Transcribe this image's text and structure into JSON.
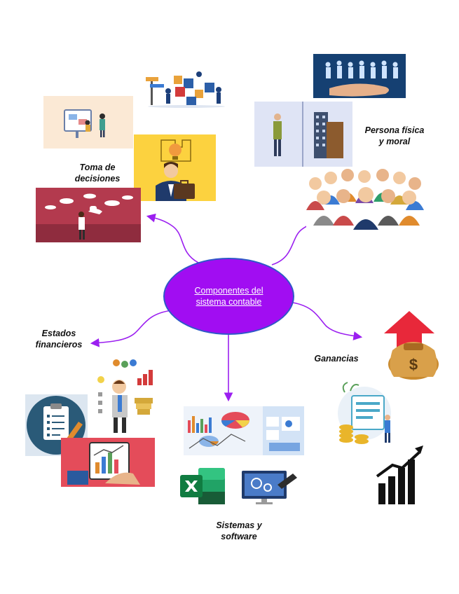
{
  "center": {
    "line1": "Componentes del",
    "line2": "sistema contable"
  },
  "branches": {
    "toma": {
      "line1": "Toma de",
      "line2": "decisiones"
    },
    "persona": {
      "line1": "Persona física",
      "line2": "y moral"
    },
    "estados": {
      "line1": "Estados",
      "line2": "financieros"
    },
    "ganancias": {
      "line1": "Ganancias"
    },
    "sistemas": {
      "line1": "Sistemas y",
      "line2": "software"
    }
  },
  "colors": {
    "center_fill": "#a10df2",
    "center_border": "#2f58c8",
    "connector": "#9b1ff0"
  },
  "icons": [
    "puzzle-team-illustration",
    "presentation-board-illustration",
    "idea-businessman-illustration",
    "sky-person-illustration",
    "people-hand-illustration",
    "person-building-illustration",
    "crowd-people-illustration",
    "analyst-charts-illustration",
    "clipboard-pencil-icon",
    "tablet-chart-illustration",
    "dashboard-analytics-illustration",
    "excel-icon",
    "computer-settings-illustration",
    "money-bag-arrow-icon",
    "coins-screen-illustration",
    "growth-bars-icon"
  ]
}
